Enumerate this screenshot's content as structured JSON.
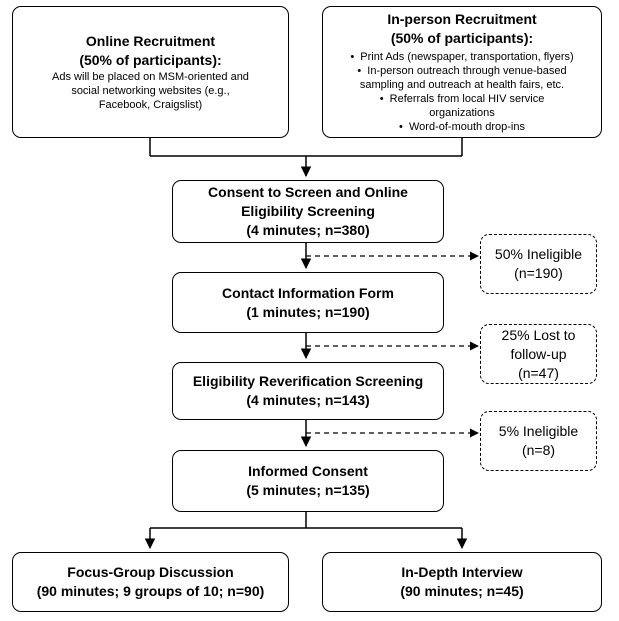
{
  "online": {
    "title": "Online Recruitment",
    "share": "(50% of participants):",
    "desc": "Ads will be placed on MSM-oriented and social networking websites (e.g., Facebook, Craigslist)"
  },
  "inperson": {
    "title": "In-person Recruitment",
    "share": "(50% of participants):",
    "bullets": [
      "Print Ads (newspaper, transportation, flyers)",
      "In-person outreach through venue-based sampling and outreach at health fairs, etc.",
      "Referrals from local HIV service organizations",
      "Word-of-mouth drop-ins"
    ]
  },
  "consent_screen": {
    "line1": "Consent to Screen and Online",
    "line2": "Eligibility Screening",
    "line3": "(4 minutes; n=380)"
  },
  "ineligible_1": {
    "line1": "50% Ineligible",
    "line2": "(n=190)"
  },
  "contact_form": {
    "line1": "Contact Information Form",
    "line2": "(1 minutes; n=190)"
  },
  "lost_followup": {
    "line1": "25% Lost to",
    "line2": "follow-up",
    "line3": "(n=47)"
  },
  "reverification": {
    "line1": "Eligibility Reverification Screening",
    "line2": "(4 minutes; n=143)"
  },
  "ineligible_2": {
    "line1": "5% Ineligible",
    "line2": "(n=8)"
  },
  "informed_consent": {
    "line1": "Informed Consent",
    "line2": "(5 minutes; n=135)"
  },
  "focus_group": {
    "line1": "Focus-Group Discussion",
    "line2": "(90 minutes; 9 groups of 10; n=90)"
  },
  "interview": {
    "line1": "In-Depth Interview",
    "line2": "(90 minutes; n=45)"
  }
}
